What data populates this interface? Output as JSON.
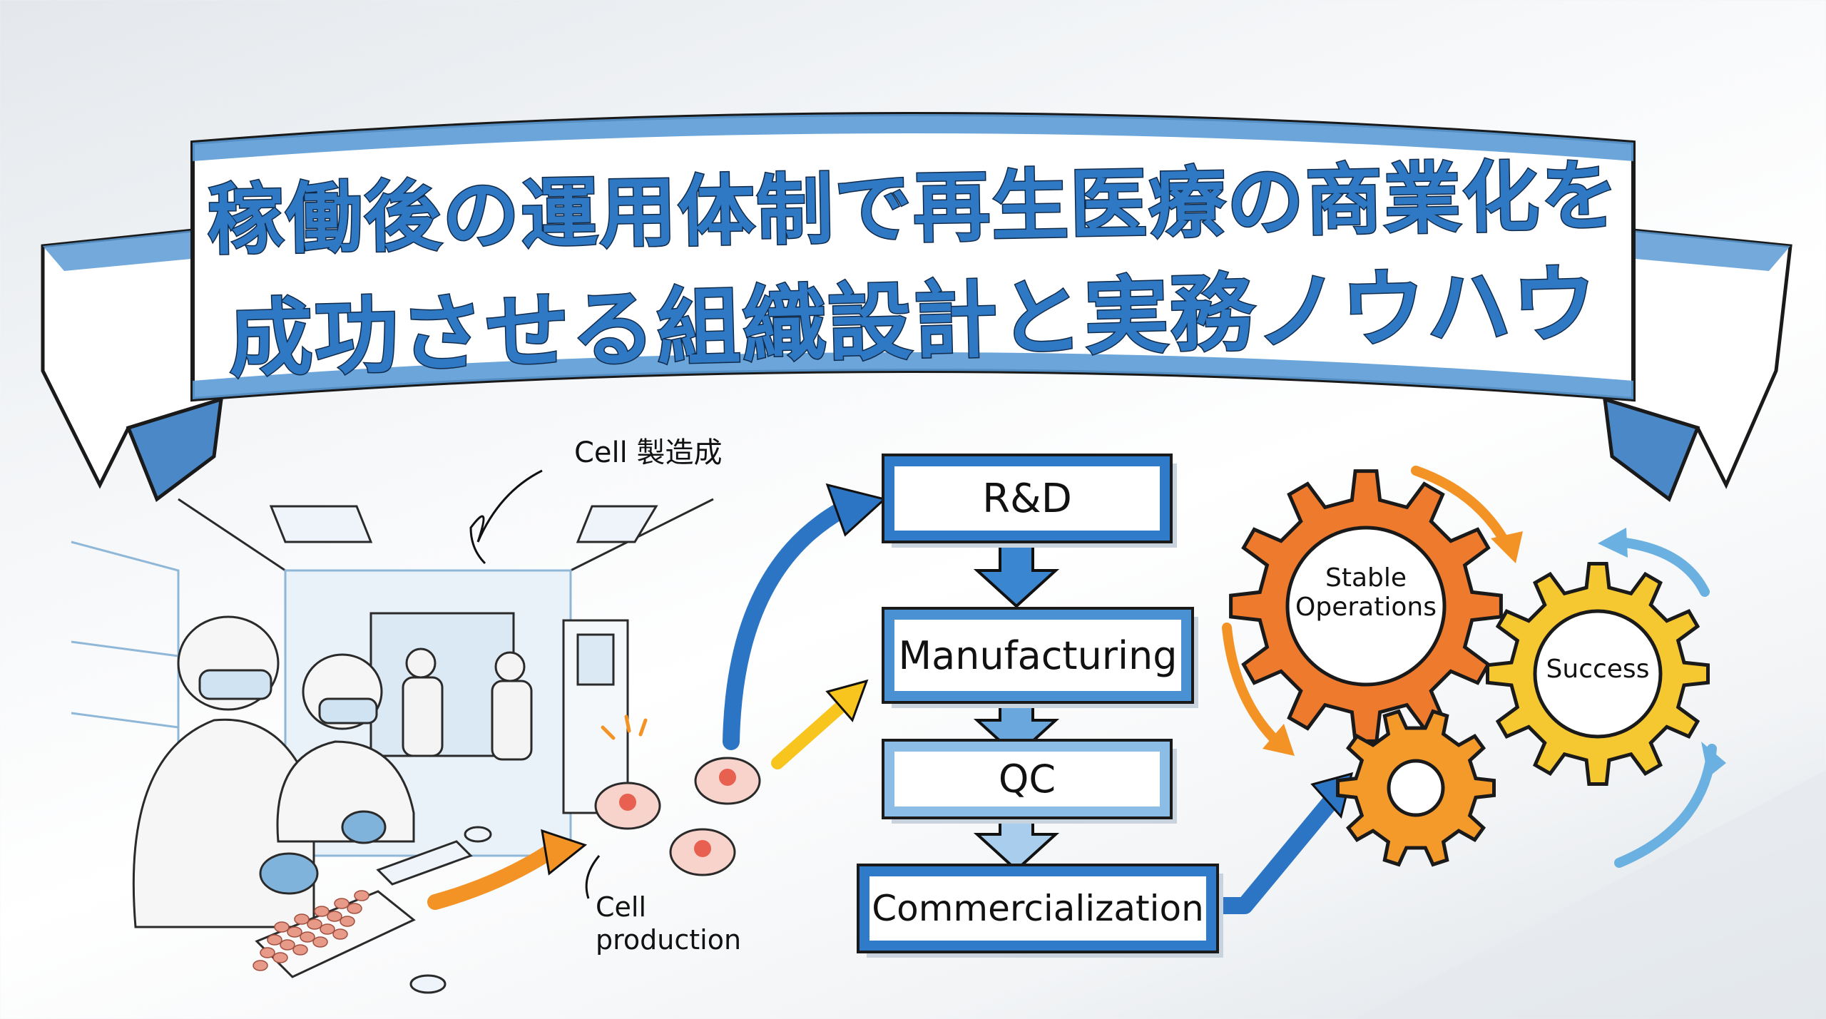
{
  "banner": {
    "title_line1": "稼働後の運用体制で再生医療の商業化を",
    "title_line2": "成功させる組織設計と実務ノウハウ",
    "colors": {
      "text": "#2f78c4",
      "ribbon_edge": "#5b9bd5",
      "ribbon_fill": "#ffffff"
    }
  },
  "lab_scene": {
    "callout_top": "Cell 製造成",
    "callout_bottom_line1": "Cell",
    "callout_bottom_line2": "production"
  },
  "flow": {
    "steps": [
      {
        "label": "R&D"
      },
      {
        "label": "Manufacturing"
      },
      {
        "label": "QC"
      },
      {
        "label": "Commercialization"
      }
    ],
    "colors": {
      "border": "#2f7bc9",
      "arrow": "#3a86d0"
    }
  },
  "gears": {
    "large": {
      "line1": "Stable",
      "line2": "Operations",
      "color": "#ee7a2e"
    },
    "right": {
      "label": "Success",
      "color": "#f5c832"
    },
    "small": {
      "label": "",
      "color": "#f39a2a"
    }
  },
  "accent_colors": {
    "orange_arrow": "#f39325",
    "yellow_arrow": "#f7c51e",
    "blue_arrow": "#2c74c4",
    "light_blue_arrow": "#6ab0e0"
  }
}
